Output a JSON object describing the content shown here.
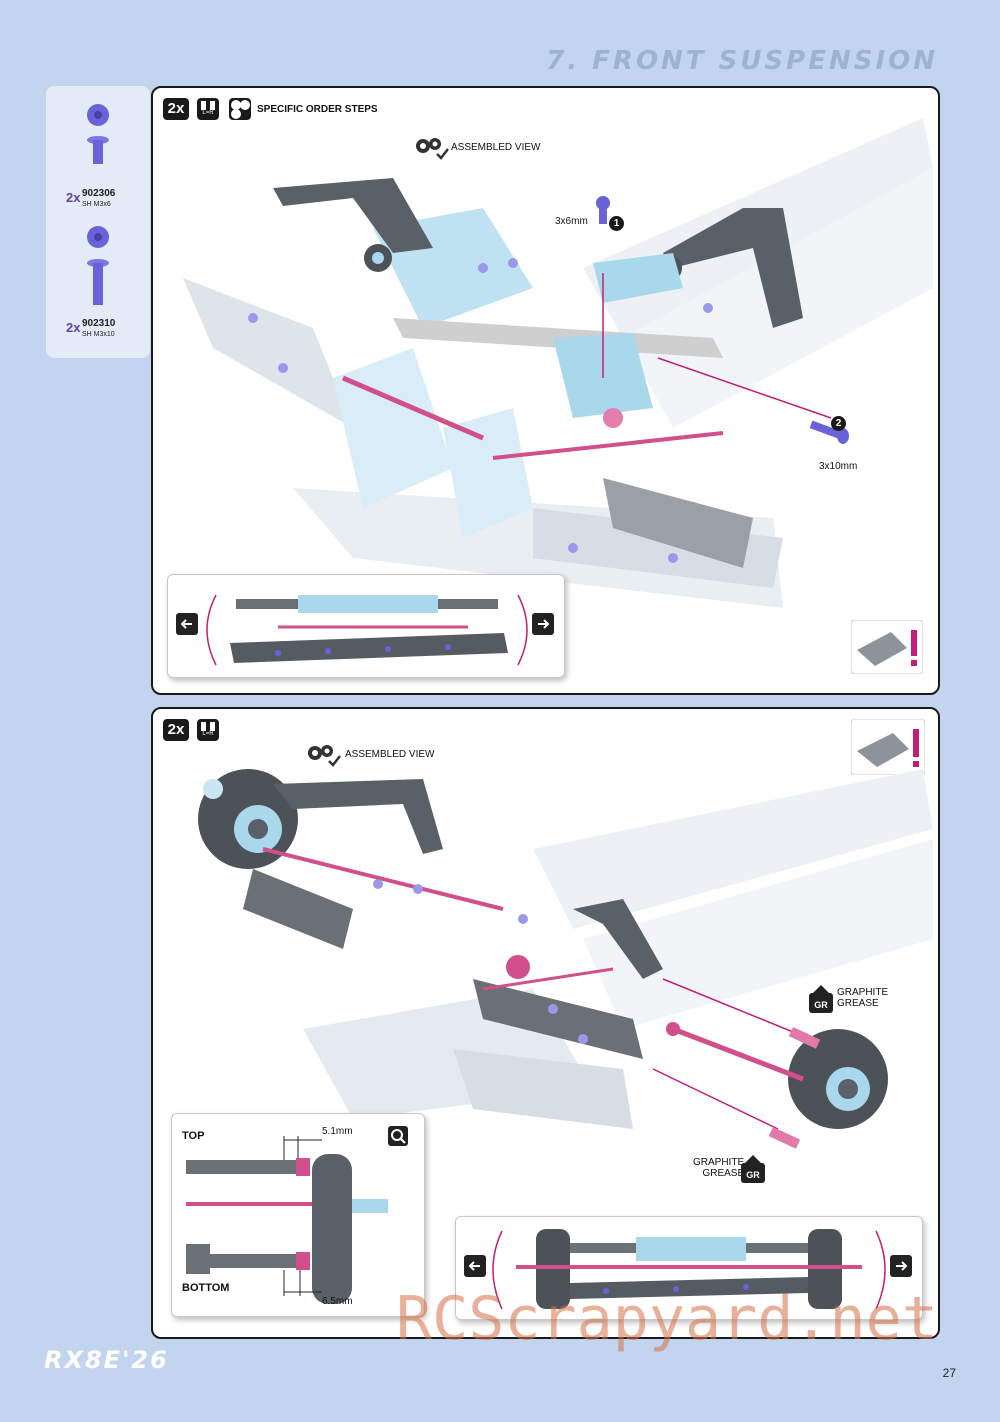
{
  "header": {
    "section_title": "7. FRONT SUSPENSION"
  },
  "parts": [
    {
      "qty": "2x",
      "code": "902306",
      "spec": "SH M3x6",
      "icon": "button-head-screw-short-icon"
    },
    {
      "qty": "2x",
      "code": "902310",
      "spec": "SH M3x10",
      "icon": "button-head-screw-long-icon"
    }
  ],
  "step1": {
    "multiplier": "2x",
    "lr_badge": "L=R",
    "order_label": "SPECIFIC ORDER STEPS",
    "assembled_view": "ASSEMBLED VIEW",
    "screw1_size": "3x6mm",
    "screw1_num": "1",
    "screw2_size": "3x10mm",
    "screw2_num": "2"
  },
  "step2": {
    "multiplier": "2x",
    "lr_badge": "L=R",
    "assembled_view": "ASSEMBLED VIEW",
    "grease_upper": {
      "line1": "GRAPHITE",
      "line2": "GREASE",
      "badge": "GR"
    },
    "grease_lower": {
      "line1": "GRAPHITE",
      "line2": "GREASE",
      "badge": "GR"
    },
    "detail": {
      "top_label": "TOP",
      "bottom_label": "BOTTOM",
      "top_dim": "5.1mm",
      "bottom_dim": "6.5mm"
    }
  },
  "footer": {
    "logo": "RX8E'26",
    "page": "27"
  },
  "watermark": "RCScrapyard.net",
  "colors": {
    "page_bg": "#c2d4ee",
    "alu_blue": "#a9d7ec",
    "graphite": "#555b63",
    "pink_rod": "#d14f8a",
    "arrow_magenta": "#c21e78",
    "screw_purple": "#6a63d8"
  }
}
